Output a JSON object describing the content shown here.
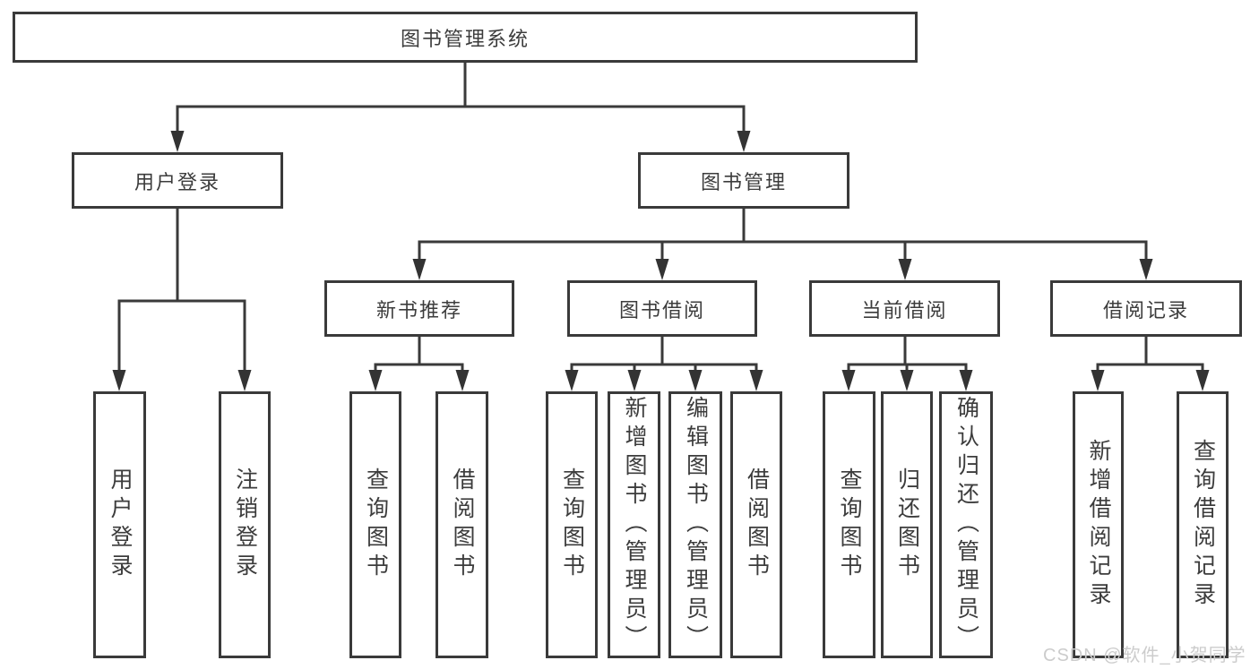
{
  "diagram": {
    "root": {
      "label": "图书管理系统"
    },
    "level2": [
      {
        "label": "用户登录"
      },
      {
        "label": "图书管理"
      }
    ],
    "level3": [
      {
        "label": "新书推荐"
      },
      {
        "label": "图书借阅"
      },
      {
        "label": "当前借阅"
      },
      {
        "label": "借阅记录"
      }
    ],
    "leaves": [
      {
        "label": "用户登录"
      },
      {
        "label": "注销登录"
      },
      {
        "label": "查询图书"
      },
      {
        "label": "借阅图书"
      },
      {
        "label": "查询图书"
      },
      {
        "label": "新增图书（管理员）"
      },
      {
        "label": "编辑图书（管理员）"
      },
      {
        "label": "借阅图书"
      },
      {
        "label": "查询图书"
      },
      {
        "label": "归还图书"
      },
      {
        "label": "确认归还（管理员）"
      },
      {
        "label": "新增借阅记录"
      },
      {
        "label": "查询借阅记录"
      }
    ],
    "watermark": "CSDN @软件_小贺同学",
    "colors": {
      "line": "#3a3a3a",
      "text": "#3c3c3c",
      "watermark": "#cccccc",
      "background": "#ffffff"
    }
  }
}
